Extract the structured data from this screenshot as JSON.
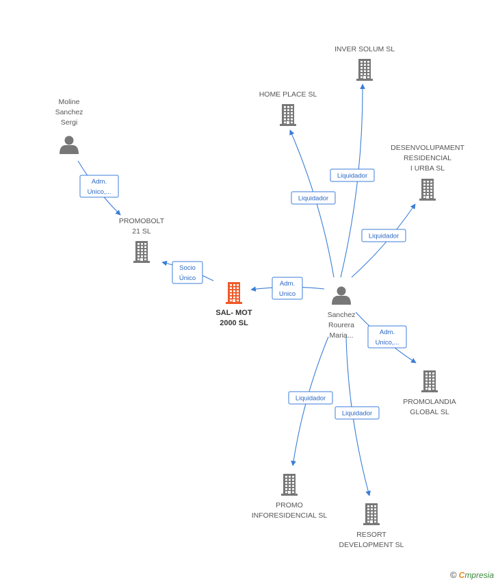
{
  "colors": {
    "edge": "#3b7dd8",
    "company_icon": "#777777",
    "main_company_icon": "#f05a28",
    "person_icon": "#777777"
  },
  "nodes": [
    {
      "id": "moline",
      "type": "person",
      "label": [
        "Moline",
        "Sanchez",
        "Sergi"
      ]
    },
    {
      "id": "promobolt",
      "type": "company",
      "label": [
        "PROMOBOLT",
        "21  SL"
      ]
    },
    {
      "id": "salmot",
      "type": "company",
      "main": true,
      "label": [
        "SAL- MOT",
        "2000 SL"
      ]
    },
    {
      "id": "sanchez",
      "type": "person",
      "label": [
        "Sanchez",
        "Rourera",
        "Maria..."
      ]
    },
    {
      "id": "homeplace",
      "type": "company",
      "label": [
        "HOME PLACE SL"
      ]
    },
    {
      "id": "inversolum",
      "type": "company",
      "label": [
        "INVER SOLUM SL"
      ]
    },
    {
      "id": "desenvolupament",
      "type": "company",
      "label": [
        "DESENVOLUPAMENT",
        "RESIDENCIAL",
        "I URBA SL"
      ]
    },
    {
      "id": "promolandia",
      "type": "company",
      "label": [
        "PROMOLANDIA",
        "GLOBAL SL"
      ]
    },
    {
      "id": "promoinfo",
      "type": "company",
      "label": [
        "PROMO",
        "INFORESIDENCIAL SL"
      ]
    },
    {
      "id": "resort",
      "type": "company",
      "label": [
        "RESORT",
        "DEVELOPMENT SL"
      ]
    }
  ],
  "edges": [
    {
      "from": "moline",
      "to": "promobolt",
      "label": [
        "Adm.",
        "Unico,..."
      ]
    },
    {
      "from": "salmot",
      "to": "promobolt",
      "label": [
        "Socio",
        "Único"
      ]
    },
    {
      "from": "sanchez",
      "to": "salmot",
      "label": [
        "Adm.",
        "Unico"
      ]
    },
    {
      "from": "sanchez",
      "to": "homeplace",
      "label": [
        "Liquidador"
      ]
    },
    {
      "from": "sanchez",
      "to": "inversolum",
      "label": [
        "Liquidador"
      ]
    },
    {
      "from": "sanchez",
      "to": "desenvolupament",
      "label": [
        "Liquidador"
      ]
    },
    {
      "from": "sanchez",
      "to": "promolandia",
      "label": [
        "Adm.",
        "Unico,..."
      ]
    },
    {
      "from": "sanchez",
      "to": "promoinfo",
      "label": [
        "Liquidador"
      ]
    },
    {
      "from": "sanchez",
      "to": "resort",
      "label": [
        "Liquidador"
      ]
    }
  ],
  "footer": {
    "copyright_symbol": "©",
    "brand_initial": "C",
    "brand_rest": "mpresia"
  }
}
